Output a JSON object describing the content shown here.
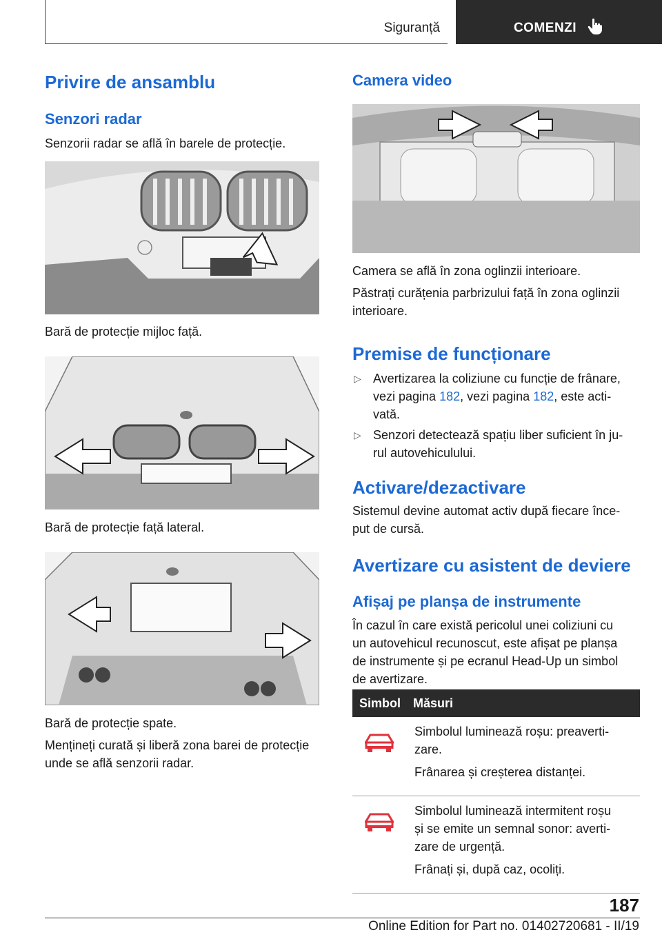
{
  "header": {
    "section": "Siguranță",
    "tab": "COMENZI",
    "tab_icon": "hand-pointer-icon"
  },
  "left": {
    "title": "Privire de ansamblu",
    "subtitle": "Senzori radar",
    "intro": "Senzorii radar se află în barele de protecție.",
    "caption1": "Bară de protecție mijloc față.",
    "caption2": "Bară de protecție față lateral.",
    "caption3": "Bară de protecție spate.",
    "note_line1": "Mențineți curată și liberă zona barei de protecție",
    "note_line2": "unde se află senzorii radar."
  },
  "right": {
    "camera_title": "Camera video",
    "camera_p1": "Camera se află în zona oglinzii interioare.",
    "camera_p2_line1": "Păstrați curățenia parbrizului față în zona oglinzii",
    "camera_p2_line2": "interioare.",
    "premise_title": "Premise de funcționare",
    "bullet1_a": "Avertizarea la coliziune cu funcție de frânare,",
    "bullet1_b_pre": "vezi pagina ",
    "bullet1_link1": "182",
    "bullet1_b_mid": ", vezi pagina ",
    "bullet1_link2": "182",
    "bullet1_b_post": ", este acti-",
    "bullet1_c": "vată.",
    "bullet2_a": "Senzori detectează spațiu liber suficient în ju-",
    "bullet2_b": "rul autovehiculului.",
    "activ_title": "Activare/dezactivare",
    "activ_line1": "Sistemul devine automat activ după fiecare înce-",
    "activ_line2": "put de cursă.",
    "warn_title": "Avertizare cu asistent de deviere",
    "display_title": "Afișaj pe planșa de instrumente",
    "display_line1": "În cazul în care există pericolul unei coliziuni cu",
    "display_line2": "un autovehicul recunoscut, este afișat pe planșa",
    "display_line3": "de instrumente și pe ecranul Head-Up un simbol",
    "display_line4": "de avertizare.",
    "table": {
      "col_symbol": "Simbol",
      "col_measures": "Măsuri",
      "rows": [
        {
          "icon": "red-car-warning-icon",
          "line1": "Simbolul luminează roșu: preaverti-",
          "line2": "zare.",
          "line3": "Frânarea și creșterea distanței."
        },
        {
          "icon": "red-car-warning-icon",
          "line1": "Simbolul luminează intermitent roșu",
          "line2": "și se emite un semnal sonor: averti-",
          "line3": "zare de urgență.",
          "line4": "Frânați și, după caz, ocoliți."
        }
      ]
    }
  },
  "footer": {
    "page_number": "187",
    "edition": "Online Edition for Part no. 01402720681 - II/19"
  },
  "colors": {
    "accent": "#1c69d4",
    "dark": "#2b2b2b",
    "warning_red": "#e0323c"
  }
}
